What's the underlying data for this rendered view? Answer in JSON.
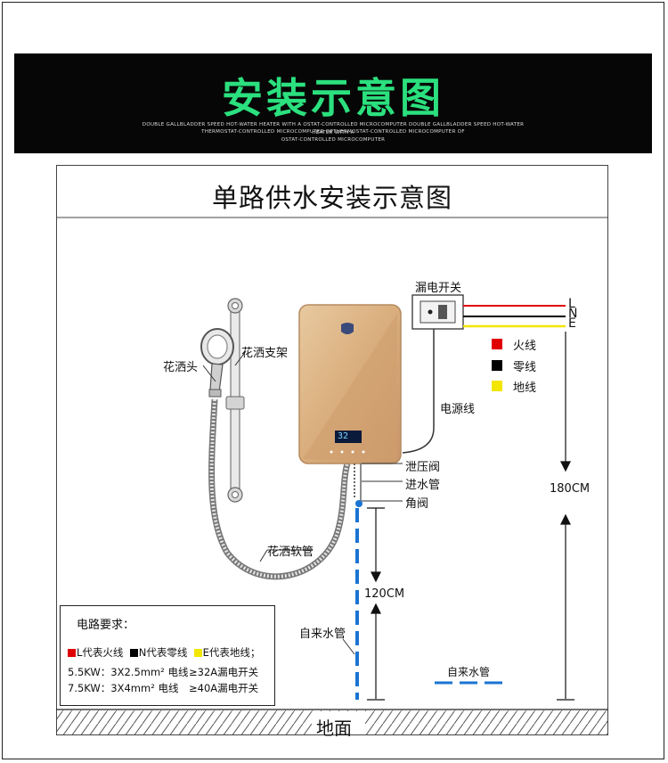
{
  "banner": {
    "title": "安装示意图",
    "subtitle_1": "DOUBLE GALLBLADDER SPEED HOT-WATER HEATER WITH A OSTAT-CONTROLLED MICROCOMPUTER DOUBLE GALLBLADDER SPEED HOT-WATER HEATER WITH A",
    "subtitle_2": "THERMOSTAT-CONTROLLED MICROCOMPUTER OPTHERMOSTAT-CONTROLLED MICROCOMPUTER OF",
    "subtitle_3": "OSTAT-CONTROLLED MICROCOMPUTER"
  },
  "diagram": {
    "title": "单路供水安装示意图",
    "labels": {
      "shower_head": "花洒头",
      "shower_rack": "花洒支架",
      "shower_hose": "花洒软管",
      "leakage_switch": "漏电开关",
      "power_cord": "电源线",
      "relief_valve": "泄压阀",
      "inlet_pipe": "进水管",
      "angle_valve": "角阀",
      "tap_water_pipe": "自来水管",
      "tap_water_pipe_2": "自来水管",
      "height_120": "120CM",
      "height_180": "180CM",
      "ground": "地面"
    },
    "wires": {
      "L": "L",
      "N": "N",
      "E": "E"
    },
    "legend": [
      {
        "color": "#e00000",
        "label": "火线"
      },
      {
        "color": "#000000",
        "label": "零线"
      },
      {
        "color": "#f2e600",
        "label": "地线"
      }
    ],
    "heater_display": "32"
  },
  "requirements": {
    "title": "电路要求：",
    "legend_l": "L代表火线",
    "legend_n": "N代表零线",
    "legend_e": "E代表地线；",
    "row1_left": "5.5KW：3X2.5mm² 电线",
    "row1_right": "≥32A漏电开关",
    "row2_left": "7.5KW：3X4mm² 电线",
    "row2_right": "≥40A漏电开关",
    "colors": {
      "l": "#e00000",
      "n": "#000000",
      "e": "#f2e600"
    }
  }
}
